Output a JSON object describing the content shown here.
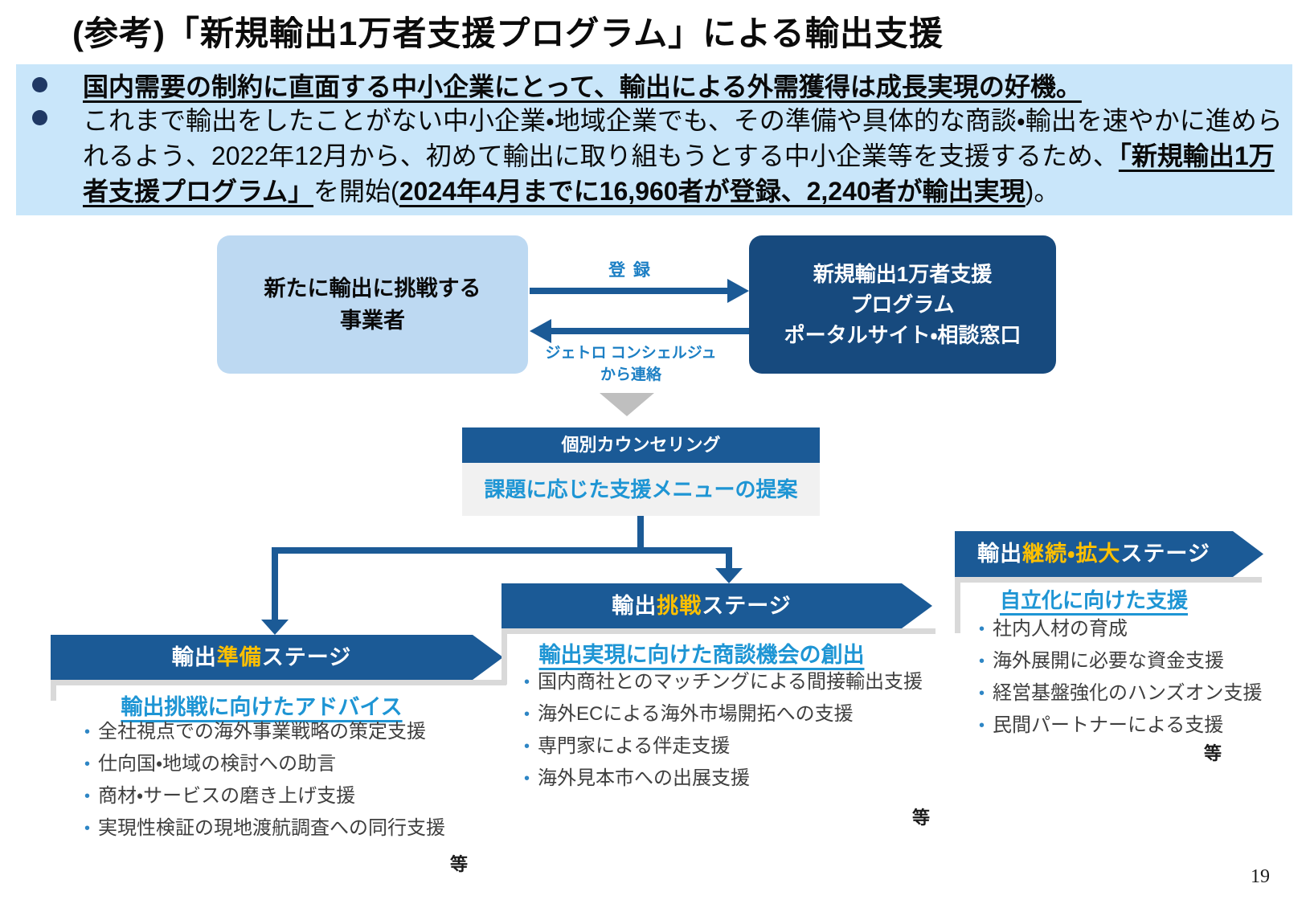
{
  "title": "(参考)「新規輸出1万者支援プログラム」による輸出支援",
  "summary": {
    "bullets": [
      {
        "segments": [
          {
            "t": "国内需要の制約に直面する中小企業にとって、輸出による外需獲得は成長実現の好機。",
            "cls": "bu"
          }
        ]
      },
      {
        "segments": [
          {
            "t": "これまで輸出をしたことがない中小企業・地域企業でも、その準備や具体的な商談・輸出を速やかに進められるよう、2022年12月から、初めて輸出に取り組もうとする中小企業等を支援するため、",
            "cls": ""
          },
          {
            "t": "「新規輸出1万者支援プログラム」",
            "cls": "bu"
          },
          {
            "t": "を開始(",
            "cls": ""
          },
          {
            "t": "2024年4月までに16,960者が登録、2,240者が輸出実現",
            "cls": "bu"
          },
          {
            "t": ")。",
            "cls": ""
          }
        ]
      }
    ]
  },
  "flow": {
    "left_box": {
      "line1": "新たに輸出に挑戦する",
      "line2": "事業者"
    },
    "right_box": {
      "line1": "新規輸出1万者支援",
      "line2": "プログラム",
      "line3": "ポータルサイト・相談窓口"
    },
    "register_label": "登 録",
    "contact_label_line1": "ジェトロ コンシェルジュ",
    "contact_label_line2": "から連絡",
    "counseling_bar": "個別カウンセリング",
    "counseling_note": "課題に応じた支援メニューの提案"
  },
  "stages": [
    {
      "banner_segments": [
        {
          "t": "輸出",
          "cls": ""
        },
        {
          "t": "準備",
          "cls": "hl"
        },
        {
          "t": "ステージ",
          "cls": ""
        }
      ],
      "heading": "輸出挑戦に向けたアドバイス",
      "items": [
        "全社視点での海外事業戦略の策定支援",
        "仕向国・地域の検討への助言",
        "商材・サービスの磨き上げ支援",
        "実現性検証の現地渡航調査への同行支援"
      ],
      "etc": "等"
    },
    {
      "banner_segments": [
        {
          "t": "輸出",
          "cls": ""
        },
        {
          "t": "挑戦",
          "cls": "hl"
        },
        {
          "t": "ステージ",
          "cls": ""
        }
      ],
      "heading": "輸出実現に向けた商談機会の創出",
      "items": [
        "国内商社とのマッチングによる間接輸出支援",
        "海外ECによる海外市場開拓への支援",
        "専門家による伴走支援",
        "海外見本市への出展支援"
      ],
      "etc": "等"
    },
    {
      "banner_segments": [
        {
          "t": "輸出",
          "cls": ""
        },
        {
          "t": "継続・拡大",
          "cls": "hl"
        },
        {
          "t": "ステージ",
          "cls": ""
        }
      ],
      "heading": "自立化に向けた支援",
      "items": [
        "社内人材の育成",
        "海外展開に必要な資金支援",
        "経営基盤強化のハンズオン支援",
        "民間パートナーによる支援"
      ],
      "etc": "等"
    }
  ],
  "page": {
    "number": "19"
  },
  "colors": {
    "navy": "#174A7E",
    "banner": "#1B5A96",
    "lightbg": "#C9E6FA",
    "boxblue": "#BDD9F2",
    "accent": "#1C7FC4",
    "headblue": "#1E95D4",
    "gold": "#FFC000",
    "shadow": "#D9D9D9",
    "tri": "#BFBFBF",
    "body": "#3F3F3F",
    "dot": "#1F3864",
    "notebg": "#F1F1F1"
  }
}
